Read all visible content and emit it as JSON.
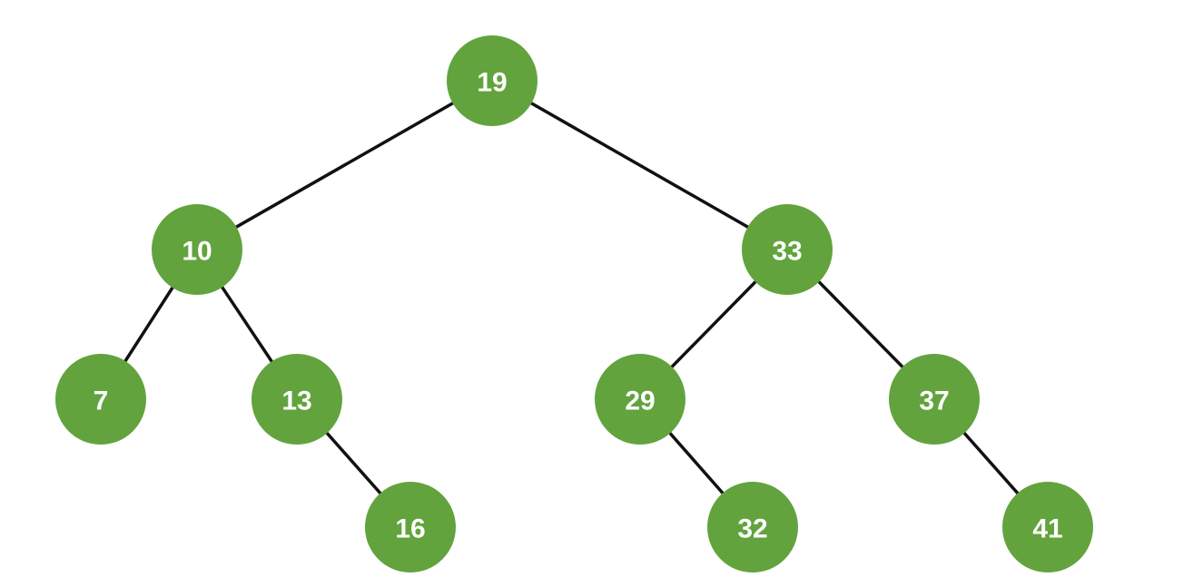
{
  "tree": {
    "node_color": "#62a33e",
    "edge_color": "#111111",
    "label_color": "#ffffff",
    "nodes": [
      {
        "id": "n19",
        "label": "19"
      },
      {
        "id": "n10",
        "label": "10"
      },
      {
        "id": "n33",
        "label": "33"
      },
      {
        "id": "n7",
        "label": "7"
      },
      {
        "id": "n13",
        "label": "13"
      },
      {
        "id": "n29",
        "label": "29"
      },
      {
        "id": "n37",
        "label": "37"
      },
      {
        "id": "n16",
        "label": "16"
      },
      {
        "id": "n32",
        "label": "32"
      },
      {
        "id": "n41",
        "label": "41"
      }
    ],
    "edges": [
      {
        "from": "n19",
        "to": "n10"
      },
      {
        "from": "n19",
        "to": "n33"
      },
      {
        "from": "n10",
        "to": "n7"
      },
      {
        "from": "n10",
        "to": "n13"
      },
      {
        "from": "n13",
        "to": "n16"
      },
      {
        "from": "n33",
        "to": "n29"
      },
      {
        "from": "n33",
        "to": "n37"
      },
      {
        "from": "n29",
        "to": "n32"
      },
      {
        "from": "n37",
        "to": "n41"
      }
    ]
  }
}
